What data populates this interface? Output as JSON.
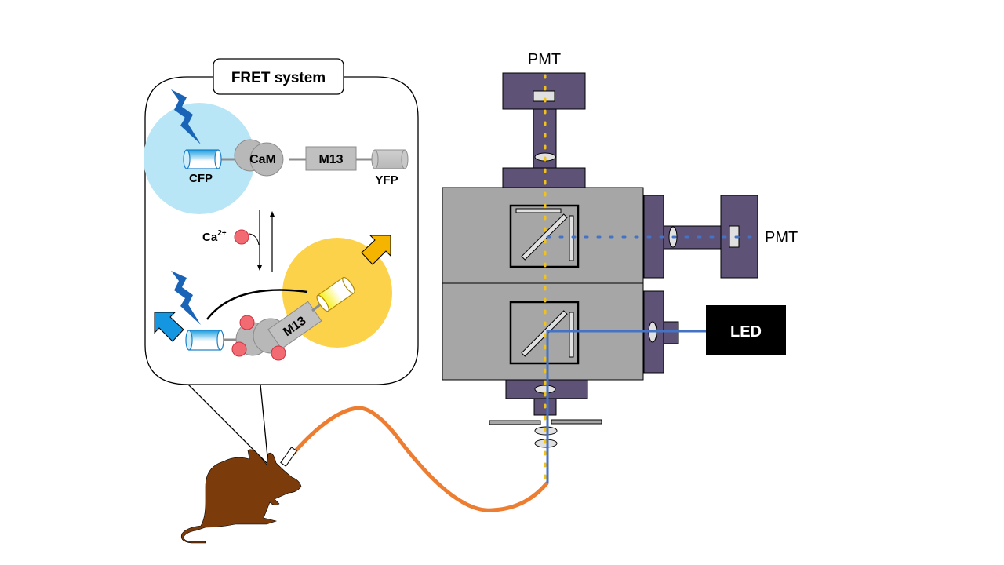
{
  "fret_panel": {
    "title": "FRET system",
    "open_state": {
      "donor_label": "CFP",
      "cam_label": "CaM",
      "linker_label": "M13",
      "acceptor_label": "YFP"
    },
    "calcium_label": "Ca",
    "calcium_superscript": "2+",
    "bound_state": {
      "linker_label": "M13"
    }
  },
  "microscope": {
    "top_detector_label": "PMT",
    "side_detector_label": "PMT",
    "light_source_label": "LED"
  },
  "colors": {
    "cfp_glow": "#b9e6f7",
    "yfp_glow": "#fdd24b",
    "excitation_bolt": "#1a64b8",
    "cfp_emission_arrow": "#1596e0",
    "yfp_emission_arrow": "#f4b400",
    "calcium_ion": "#f26b73",
    "protein_grey": "#c0c0c0",
    "housing_purple": "#5e5277",
    "cube_grey": "#a6a6a6",
    "excitation_path": "#4472c4",
    "emission_path_yellow": "#f2c21b",
    "fiber_orange": "#ed7d31",
    "mouse_brown": "#7b3b0b",
    "led_box": "#000000"
  }
}
